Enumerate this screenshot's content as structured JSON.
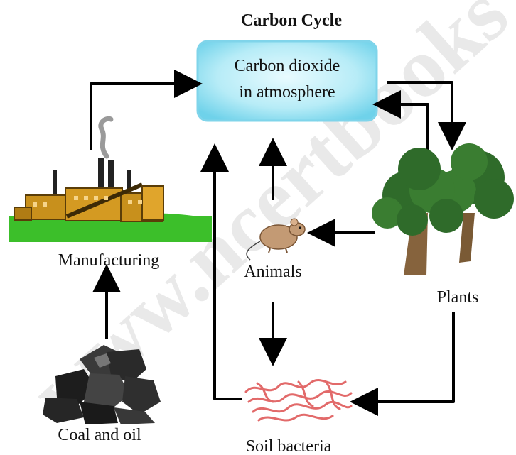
{
  "title": "Carbon Cycle",
  "nodes": {
    "atmosphere_line1": "Carbon dioxide",
    "atmosphere_line2": "in atmosphere",
    "manufacturing": "Manufacturing",
    "animals": "Animals",
    "plants": "Plants",
    "coal_and_oil": "Coal and oil",
    "soil_bacteria": "Soil bacteria"
  },
  "watermark": "www.ncertbooks",
  "colors": {
    "atmosphere_box": "#9fe3f3",
    "grass": "#3cbf2a",
    "factory": "#c8901c",
    "tree_foliage": "#2f6b2a",
    "trunk": "#7a5a35",
    "bacteria": "#e26a6a",
    "coal": "#2a2a2a",
    "animal": "#c39a74"
  }
}
